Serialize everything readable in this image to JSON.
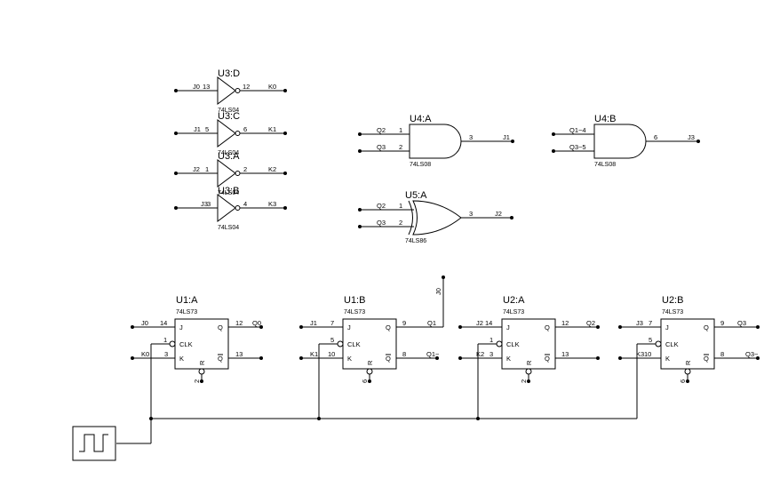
{
  "inverters": [
    {
      "ref": "U3:D",
      "part": "74LS04",
      "in_net": "J0",
      "in_pin": "13",
      "out_pin": "12",
      "out_net": "K0"
    },
    {
      "ref": "U3:C",
      "part": "74LS04",
      "in_net": "J1",
      "in_pin": "5",
      "out_pin": "6",
      "out_net": "K1"
    },
    {
      "ref": "U3:A",
      "part": "74LS04",
      "in_net": "J2",
      "in_pin": "1",
      "out_pin": "2",
      "out_net": "K2"
    },
    {
      "ref": "U3:B",
      "part": "74LS04",
      "in_net": "J3",
      "in_pin": "3",
      "out_pin": "4",
      "out_net": "K3"
    }
  ],
  "gates": [
    {
      "type": "and",
      "ref": "U4:A",
      "part": "74LS08",
      "in1_net": "Q2",
      "in1_pin": "1",
      "in2_net": "Q3",
      "in2_pin": "2",
      "out_pin": "3",
      "out_net": "J1"
    },
    {
      "type": "and",
      "ref": "U4:B",
      "part": "74LS08",
      "in1_net": "Q1~4",
      "in1_pin": "",
      "in2_net": "Q3~5",
      "in2_pin": "",
      "out_pin": "6",
      "out_net": "J3"
    },
    {
      "type": "xor",
      "ref": "U5:A",
      "part": "74LS86",
      "in1_net": "Q2",
      "in1_pin": "1",
      "in2_net": "Q3",
      "in2_pin": "2",
      "out_pin": "3",
      "out_net": "J2"
    }
  ],
  "flipflops": [
    {
      "ref": "U1:A",
      "part": "74LS73",
      "j_net": "J0",
      "j_pin": "14",
      "clk_pin": "1",
      "k_net": "K0",
      "k_pin": "3",
      "q_pin": "12",
      "q_net": "Q0",
      "qn_pin": "13",
      "qn_net": "",
      "r_pin": "2"
    },
    {
      "ref": "U1:B",
      "part": "74LS73",
      "j_net": "J1",
      "j_pin": "7",
      "clk_pin": "5",
      "k_net": "K1",
      "k_pin": "10",
      "q_pin": "9",
      "q_net": "Q1",
      "qn_pin": "8",
      "qn_net": "Q1~",
      "r_pin": "6"
    },
    {
      "ref": "U2:A",
      "part": "74LS73",
      "j_net": "J2",
      "j_pin": "14",
      "clk_pin": "1",
      "k_net": "K2",
      "k_pin": "3",
      "q_pin": "12",
      "q_net": "Q2",
      "qn_pin": "13",
      "qn_net": "",
      "r_pin": "2"
    },
    {
      "ref": "U2:B",
      "part": "74LS73",
      "j_net": "J3",
      "j_pin": "7",
      "clk_pin": "5",
      "k_net": "K3",
      "k_pin": "10",
      "q_pin": "9",
      "q_net": "Q3",
      "qn_pin": "8",
      "qn_net": "Q3~",
      "r_pin": "6"
    }
  ],
  "ff_labels": {
    "j": "J",
    "k": "K",
    "q": "Q",
    "qn": "Q",
    "clk": "CLK",
    "r": "R"
  },
  "clock_wire_label": "J0"
}
